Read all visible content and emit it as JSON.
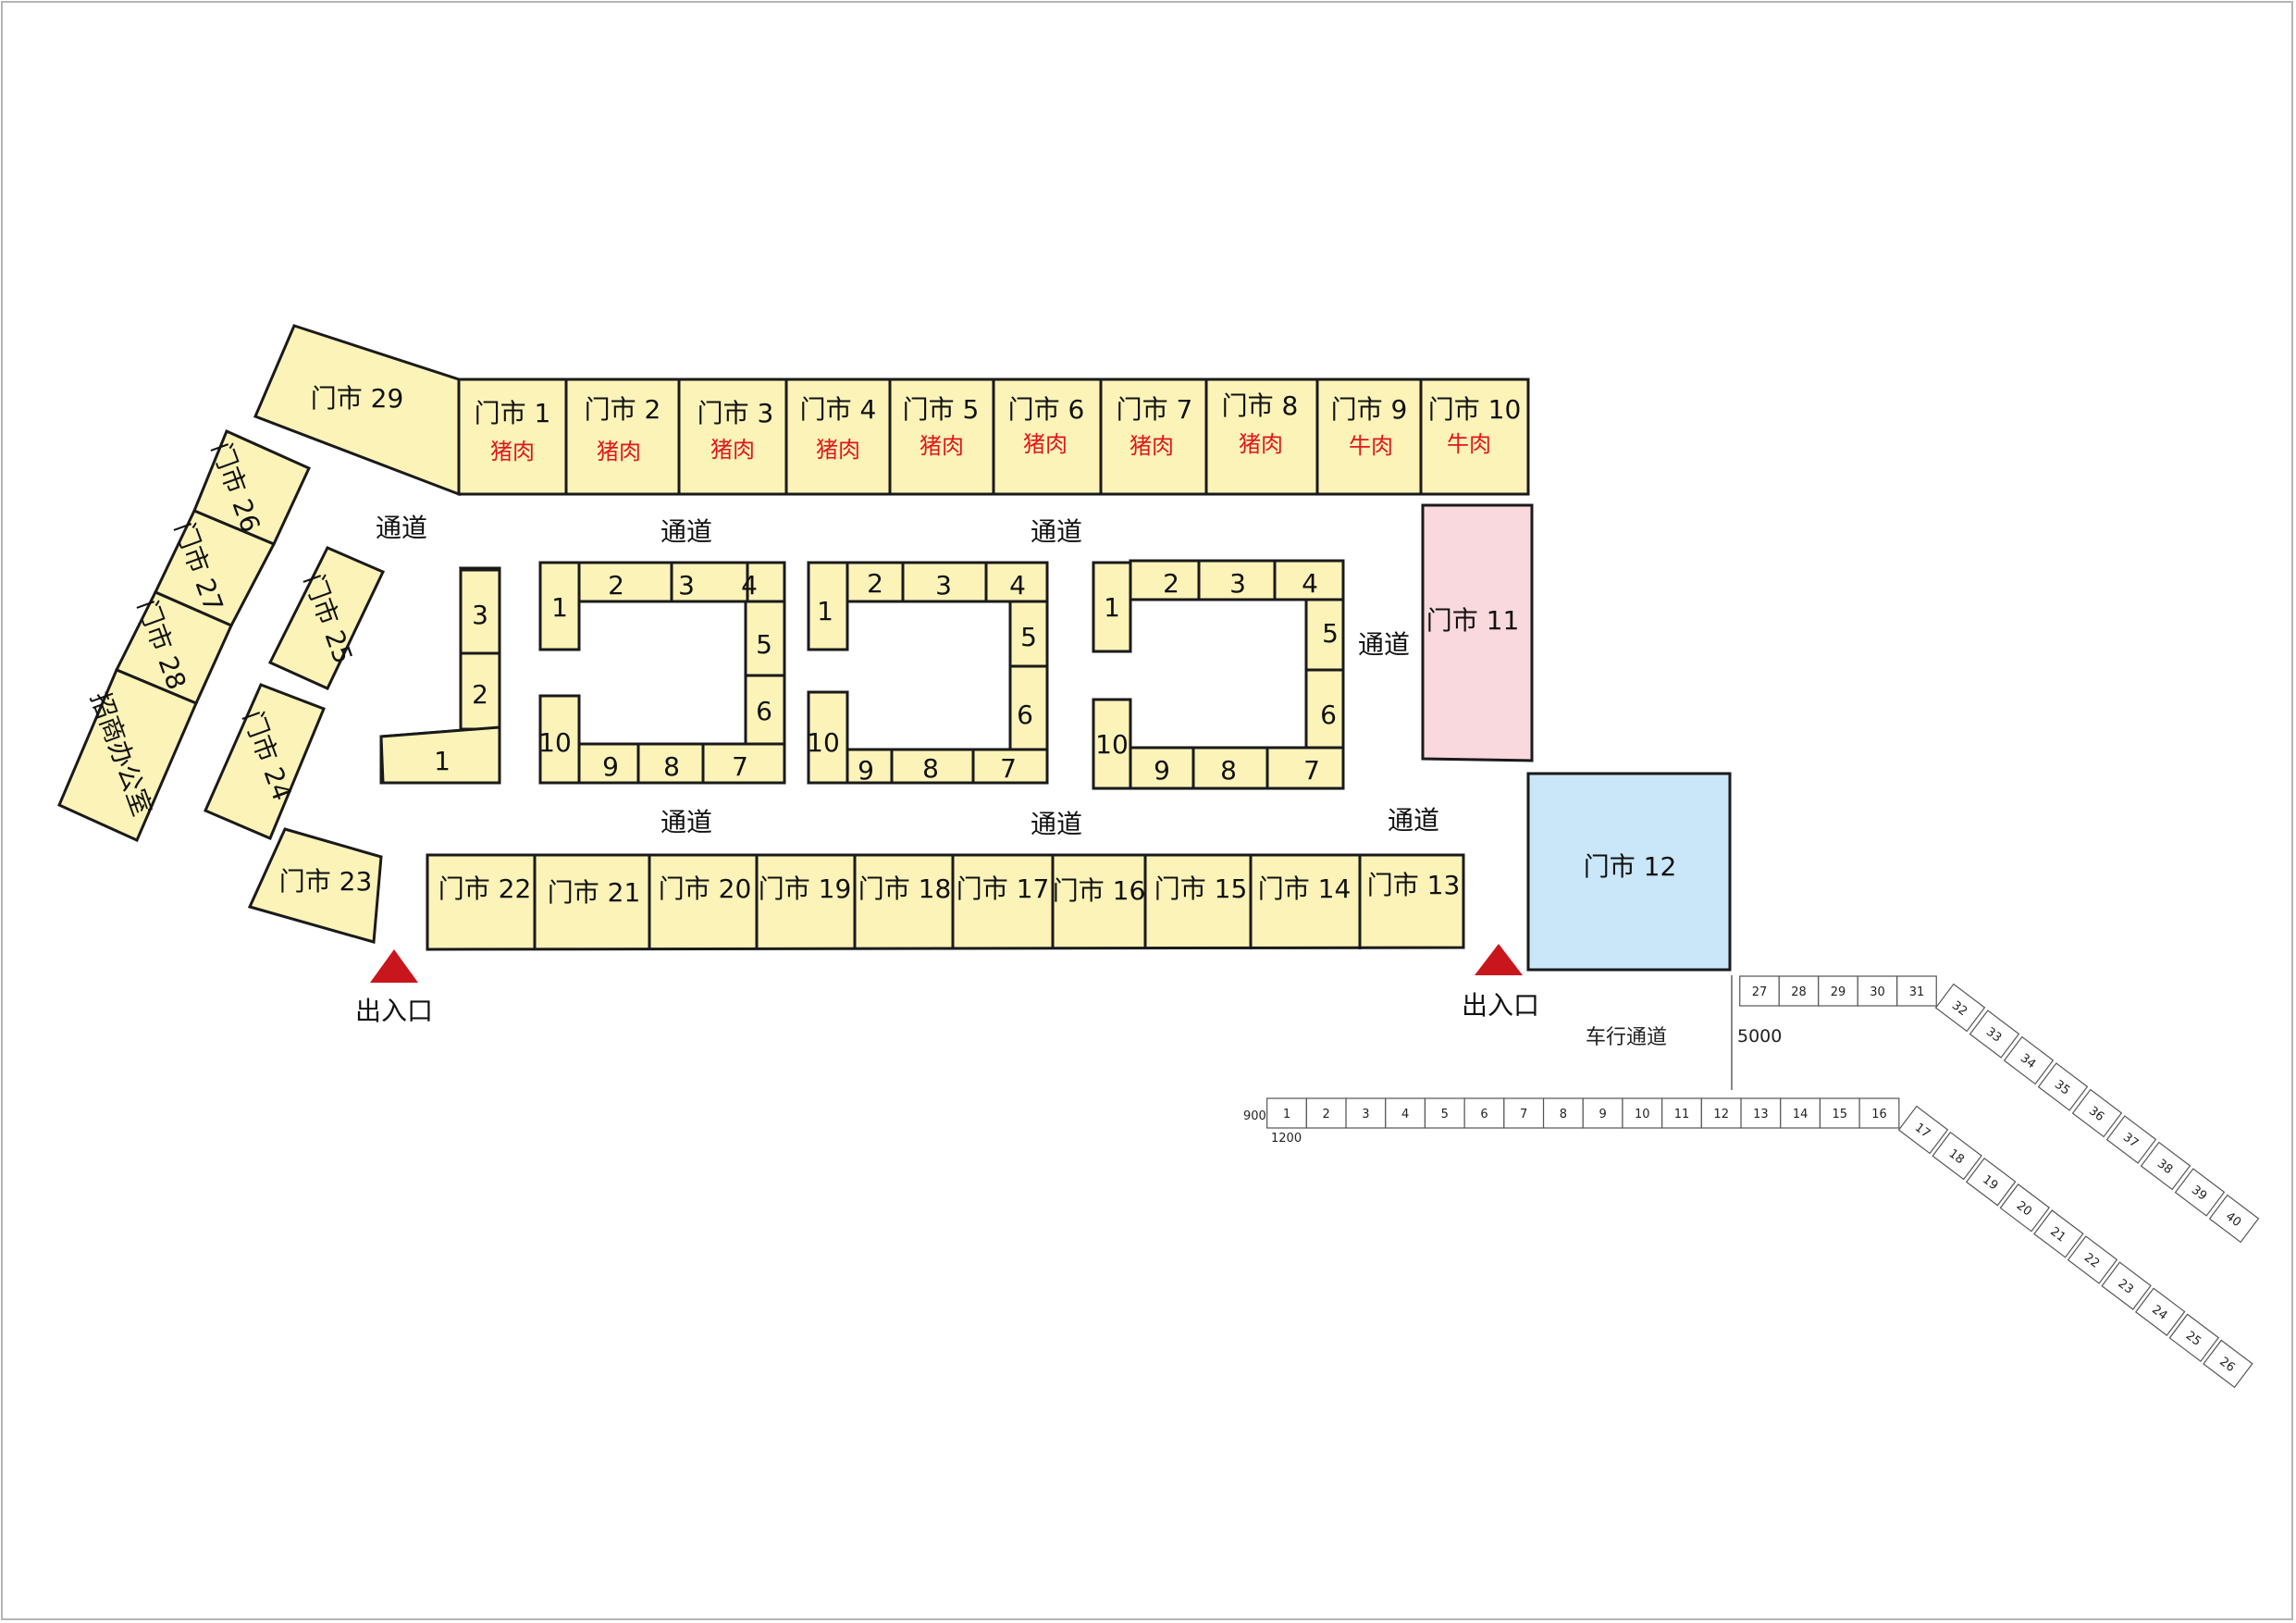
{
  "colors": {
    "shop_fill": "#fcf3b8",
    "shop11_fill": "#f9d8de",
    "shop12_fill": "#c9e7f8",
    "entrance_marker": "#c9161d",
    "product_text": "#e0161b"
  },
  "shops": {
    "s1": "门市 1",
    "s2": "门市 2",
    "s3": "门市 3",
    "s4": "门市 4",
    "s5": "门市 5",
    "s6": "门市 6",
    "s7": "门市 7",
    "s8": "门市 8",
    "s9": "门市 9",
    "s10": "门市 10",
    "s11": "门市 11",
    "s12": "门市 12",
    "s13": "门市 13",
    "s14": "门市 14",
    "s15": "门市 15",
    "s16": "门市 16",
    "s17": "门市 17",
    "s18": "门市 18",
    "s19": "门市 19",
    "s20": "门市 20",
    "s21": "门市 21",
    "s22": "门市 22",
    "s23": "门市 23",
    "s24": "门市 24",
    "s25": "门市 25",
    "s26": "门市 26",
    "s27": "门市 27",
    "s28": "门市 28",
    "s29": "门市 29",
    "office": "招商办公室"
  },
  "products": {
    "pork": "猪肉",
    "beef": "牛肉"
  },
  "corridor": "通道",
  "entrance": "出入口",
  "vehicle_lane": "车行通道",
  "dimensions": {
    "lane_width": "5000",
    "space_width": "900",
    "space_depth": "1200"
  },
  "stall_numbers": [
    "1",
    "2",
    "3",
    "4",
    "5",
    "6",
    "7",
    "8",
    "9",
    "10"
  ],
  "parking": {
    "row_a": [
      "27",
      "28",
      "29",
      "30",
      "31"
    ],
    "row_b": [
      "32",
      "33",
      "34",
      "35",
      "36",
      "37",
      "38",
      "39",
      "40"
    ],
    "row_c": [
      "1",
      "2",
      "3",
      "4",
      "5",
      "6",
      "7",
      "8",
      "9",
      "10",
      "11",
      "12",
      "13",
      "14",
      "15",
      "16"
    ],
    "row_d": [
      "17",
      "18",
      "19",
      "20",
      "21",
      "22",
      "23",
      "24",
      "25",
      "26"
    ]
  }
}
